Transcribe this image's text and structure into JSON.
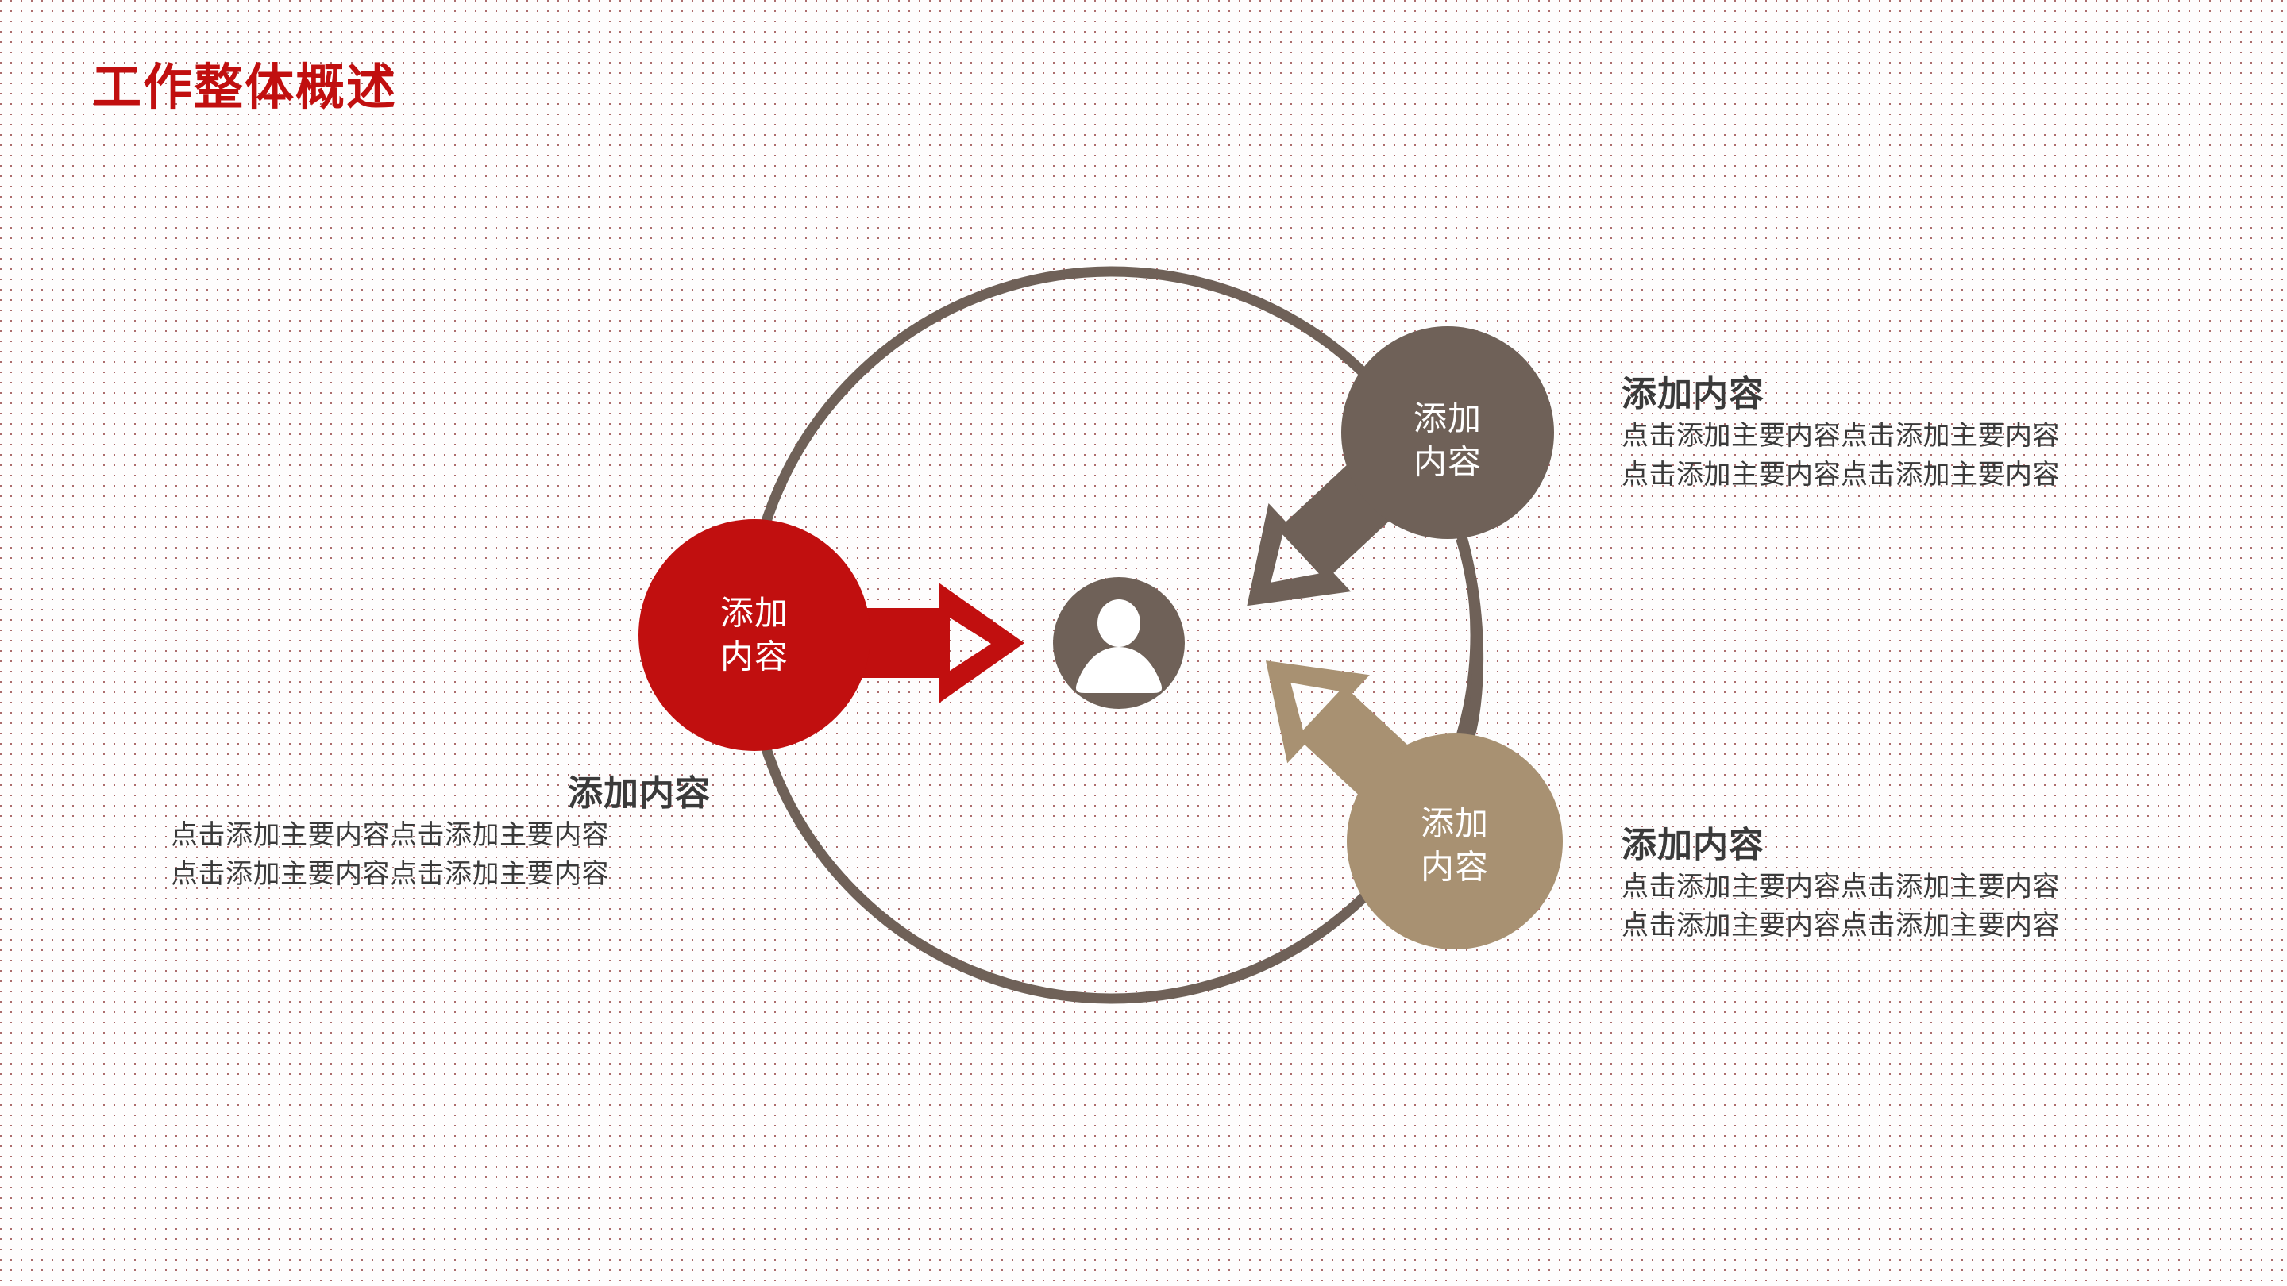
{
  "slide": {
    "title": "工作整体概述",
    "title_color": "#c10f0f",
    "background_color": "#fefdfd",
    "dot_pattern_color": "#7a1414"
  },
  "diagram": {
    "type": "cycle-hub-and-spoke",
    "ring_color": "#6f6158",
    "hub": {
      "name": "person-hub",
      "icon": "person-icon",
      "fill": "#6f6158",
      "icon_color": "#ffffff"
    },
    "nodes": [
      {
        "id": "red",
        "label": "添加\n内容",
        "fill": "#c10f0f",
        "text_color": "#ffffff",
        "arrow_direction": "right",
        "arrow_color": "#c10f0f"
      },
      {
        "id": "brown",
        "label": "添加\n内容",
        "fill": "#6f6158",
        "text_color": "#ffffff",
        "arrow_direction": "down-left",
        "arrow_color": "#6f6158"
      },
      {
        "id": "tan",
        "label": "添加\n内容",
        "fill": "#a89172",
        "text_color": "#ffffff",
        "arrow_direction": "up-left",
        "arrow_color": "#a89172"
      }
    ]
  },
  "blocks": {
    "top_right": {
      "heading": "添加内容",
      "line1": "点击添加主要内容点击添加主要内容",
      "line2": "点击添加主要内容点击添加主要内容"
    },
    "bottom_right": {
      "heading": "添加内容",
      "line1": "点击添加主要内容点击添加主要内容",
      "line2": "点击添加主要内容点击添加主要内容"
    },
    "left": {
      "heading": "添加内容",
      "line1": "点击添加主要内容点击添加主要内容",
      "line2": "点击添加主要内容点击添加主要内容"
    }
  }
}
